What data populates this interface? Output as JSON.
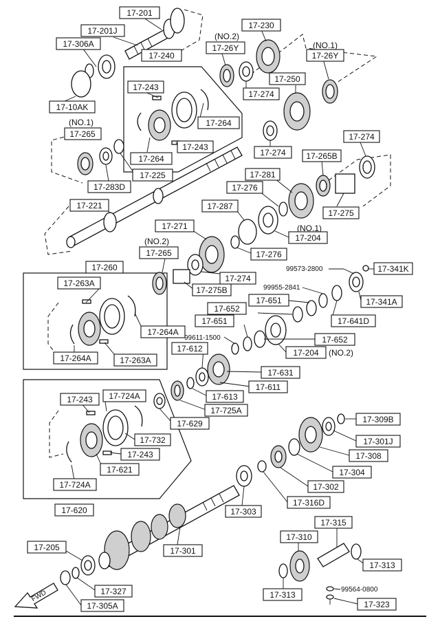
{
  "labels": {
    "l17_201": "17-201",
    "l17_201j": "17-201J",
    "l17_306a": "17-306A",
    "l17_240": "17-240",
    "l17_10ak": "17-10AK",
    "l17_243_a": "17-243",
    "l17_264_a": "17-264",
    "l17_264_b": "17-264",
    "l17_243_b": "17-243",
    "no1_a": "(NO.1)",
    "l17_265_a": "17-265",
    "l17_225": "17-225",
    "l17_283d": "17-283D",
    "l17_221": "17-221",
    "no2_a": "(NO.2)",
    "l17_26y_a": "17-26Y",
    "l17_230": "17-230",
    "no1_b": "(NO.1)",
    "l17_26y_b": "17-26Y",
    "l17_274_a": "17-274",
    "l17_250": "17-250",
    "l17_274_b": "17-274",
    "l17_274_c": "17-274",
    "l17_265b": "17-265B",
    "l17_281": "17-281",
    "l17_276_a": "17-276",
    "l17_287": "17-287",
    "l17_275": "17-275",
    "no1_c": "(NO.1)",
    "l17_204_a": "17-204",
    "l17_271": "17-271",
    "no2_b": "(NO.2)",
    "l17_265_b": "17-265",
    "l17_276_b": "17-276",
    "l17_274_d": "17-274",
    "l17_275b": "17-275B",
    "l17_260": "17-260",
    "l17_263a_a": "17-263A",
    "l17_264a_a": "17-264A",
    "l17_264a_b": "17-264A",
    "l17_263a_b": "17-263A",
    "p99573": "99573-2800",
    "l17_341k": "17-341K",
    "p99955": "99955-2841",
    "l17_651_a": "17-651",
    "l17_652_a": "17-652",
    "l17_341a": "17-341A",
    "l17_651_b": "17-651",
    "l17_641d": "17-641D",
    "p99611": "99611-1500",
    "l17_652_b": "17-652",
    "l17_612": "17-612",
    "l17_204_b": "17-204",
    "no2_c": "(NO.2)",
    "l17_631": "17-631",
    "l17_611": "17-611",
    "l17_613": "17-613",
    "l17_725a": "17-725A",
    "l17_629": "17-629",
    "l17_243_c": "17-243",
    "l17_724a_a": "17-724A",
    "l17_732": "17-732",
    "l17_243_d": "17-243",
    "l17_621": "17-621",
    "l17_724a_b": "17-724A",
    "l17_620": "17-620",
    "l17_309b": "17-309B",
    "l17_301j": "17-301J",
    "l17_308": "17-308",
    "l17_304": "17-304",
    "l17_302": "17-302",
    "l17_316d": "17-316D",
    "l17_303": "17-303",
    "l17_301": "17-301",
    "l17_315": "17-315",
    "l17_310": "17-310",
    "l17_313_a": "17-313",
    "l17_205": "17-205",
    "l17_327": "17-327",
    "l17_305a": "17-305A",
    "l17_313_b": "17-313",
    "p99564": "99564-0800",
    "l17_323": "17-323",
    "fwd": "FWD"
  }
}
